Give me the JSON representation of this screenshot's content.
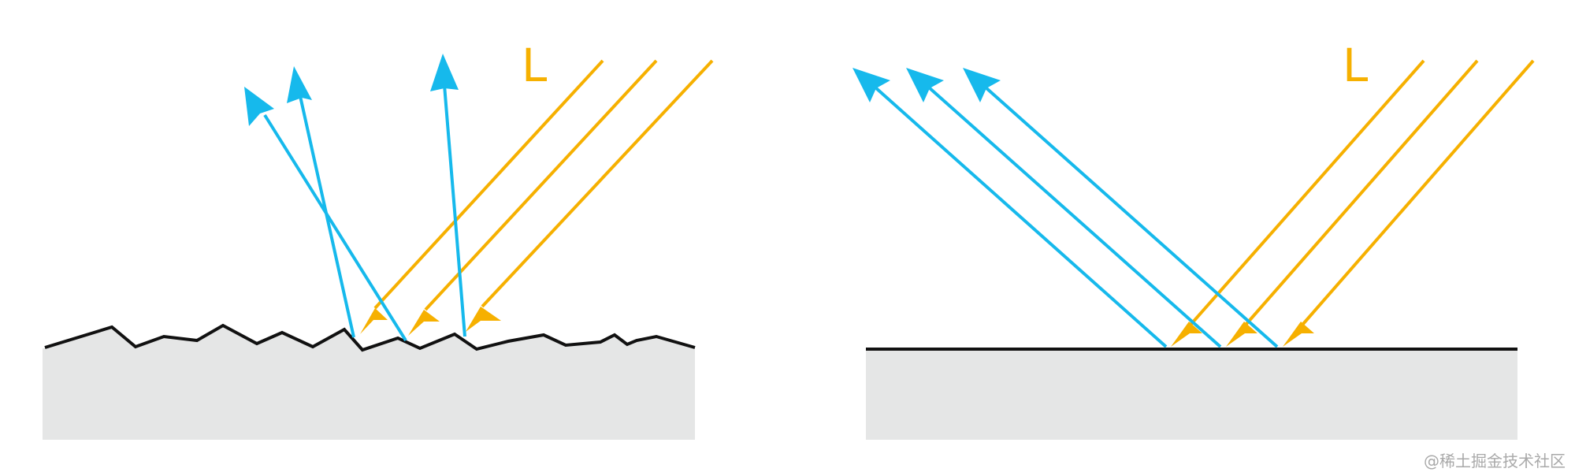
{
  "diagrams": {
    "rough": {
      "light_label": "L"
    },
    "smooth": {
      "light_label": "L"
    }
  },
  "watermark": "@稀土掘金技术社区",
  "colors": {
    "incident": "#F6B000",
    "reflected": "#16B9EC",
    "surface_line": "#111111",
    "material": "#E5E6E6",
    "watermark": "#A9A9A9"
  }
}
